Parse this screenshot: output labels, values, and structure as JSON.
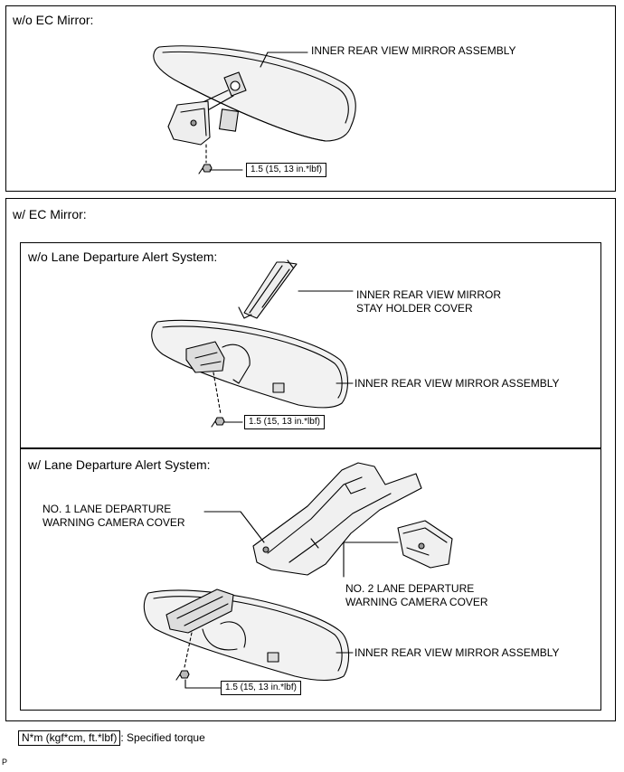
{
  "section1": {
    "title": "w/o EC Mirror:",
    "mirror_label": "INNER REAR VIEW MIRROR ASSEMBLY",
    "torque": "1.5 (15, 13 in.*lbf)"
  },
  "section2": {
    "title": "w/ EC Mirror:",
    "sub_a": {
      "title": "w/o Lane Departure Alert System:",
      "holder_label_line1": "INNER REAR VIEW MIRROR",
      "holder_label_line2": "STAY HOLDER COVER",
      "mirror_label": "INNER REAR VIEW MIRROR ASSEMBLY",
      "torque": "1.5 (15, 13 in.*lbf)"
    },
    "sub_b": {
      "title": "w/ Lane Departure Alert System:",
      "cover1_line1": "NO. 1 LANE DEPARTURE",
      "cover1_line2": "WARNING CAMERA COVER",
      "cover2_line1": "NO. 2 LANE DEPARTURE",
      "cover2_line2": "WARNING CAMERA COVER",
      "mirror_label": "INNER REAR VIEW MIRROR ASSEMBLY",
      "torque": "1.5 (15, 13 in.*lbf)"
    }
  },
  "legend": {
    "unit": "N*m (kgf*cm, ft.*lbf)",
    "text": ": Specified torque"
  },
  "page_id": "P"
}
